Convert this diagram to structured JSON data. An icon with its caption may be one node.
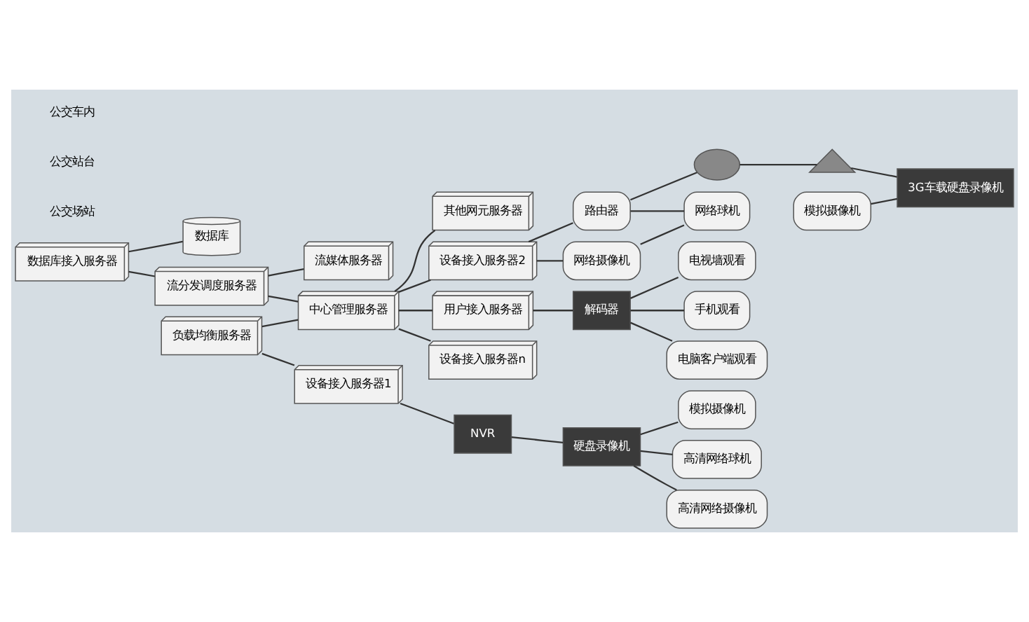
{
  "diagram": {
    "nodes": [
      {
        "text": [
          "数据库"
        ]
      },
      {
        "text": [
          "数据库接入服务器"
        ]
      },
      {
        "text": [
          "负载均衡服务器"
        ]
      },
      {
        "text": [
          "流分发调度服务器"
        ]
      },
      {
        "text": [
          "流媒体服务器"
        ]
      },
      {
        "text": [
          "设备接入服务器1"
        ]
      },
      {
        "text": [
          "中心管理服务器"
        ]
      },
      {
        "text": [
          "其他网元服务器"
        ]
      },
      {
        "text": [
          "NVR"
        ]
      },
      {
        "text": [
          "硬盘录像机"
        ]
      },
      {
        "text": [
          "设备接入服务器2"
        ]
      },
      {
        "text": [
          "用户接入服务器"
        ]
      },
      {
        "text": [
          "设备接入服务器n"
        ]
      },
      {
        "text": [
          "解码器"
        ]
      },
      {
        "text": [
          "电视墙观看"
        ]
      },
      {
        "text": [
          "模拟摄像机"
        ]
      },
      {
        "text": [
          "高清网络球机"
        ]
      },
      {
        "text": [
          "高清网络摄像机"
        ]
      },
      {
        "text": [
          "路由器"
        ]
      },
      {
        "text": [],
        "shape": "cloud"
      },
      {
        "text": [
          "手机观看"
        ]
      },
      {
        "text": [
          "网络摄像机"
        ]
      },
      {
        "text": [
          "电脑客户端观看"
        ]
      },
      {
        "text": [
          "网络球机"
        ]
      },
      {
        "text": [],
        "shape": "tower"
      },
      {
        "text": [
          "3G车载硬盘录像机"
        ]
      },
      {
        "text": [
          "模拟摄像机"
        ]
      }
    ],
    "edges": [
      {
        "from": 1,
        "to": 0,
        "arrow": "none"
      },
      {
        "from": 1,
        "to": 3,
        "arrow": "none"
      },
      {
        "from": 3,
        "to": 4,
        "arrow": "none"
      },
      {
        "from": 3,
        "to": 6,
        "arrow": "none"
      },
      {
        "from": 5,
        "to": 2,
        "arrow": "none"
      },
      {
        "from": 2,
        "to": 6,
        "arrow": "none"
      },
      {
        "from": 6,
        "to": 7,
        "arrow": "none"
      },
      {
        "from": 8,
        "to": 5,
        "arrow": "none"
      },
      {
        "from": 9,
        "to": 8,
        "arrow": "none"
      },
      {
        "from": 15,
        "to": 9,
        "arrow": "none"
      },
      {
        "from": 16,
        "to": 9,
        "arrow": "none"
      },
      {
        "from": 17,
        "to": 9,
        "arrow": "none"
      },
      {
        "from": 6,
        "to": 10,
        "arrow": "none"
      },
      {
        "from": 6,
        "to": 11,
        "arrow": "none"
      },
      {
        "from": 6,
        "to": 12,
        "arrow": "none"
      },
      {
        "from": 11,
        "to": 13,
        "arrow": "none"
      },
      {
        "from": 13,
        "to": 14,
        "arrow": "none"
      },
      {
        "from": 13,
        "to": 20,
        "arrow": "none"
      },
      {
        "from": 13,
        "to": 22,
        "arrow": "none"
      },
      {
        "from": 10,
        "to": 21,
        "arrow": "none"
      },
      {
        "from": 10,
        "to": 18,
        "arrow": "none"
      },
      {
        "from": 18,
        "to": 23,
        "arrow": "none"
      },
      {
        "from": 21,
        "to": 23,
        "arrow": "none"
      },
      {
        "from": 18,
        "to": 19,
        "arrow": "none"
      },
      {
        "from": 19,
        "to": 24,
        "arrow": "none"
      },
      {
        "from": 24,
        "to": 25,
        "arrow": "none"
      },
      {
        "from": 26,
        "to": 25,
        "arrow": "none"
      }
    ],
    "labels": [
      "公交场站",
      "公交站台",
      "公交车内"
    ]
  }
}
